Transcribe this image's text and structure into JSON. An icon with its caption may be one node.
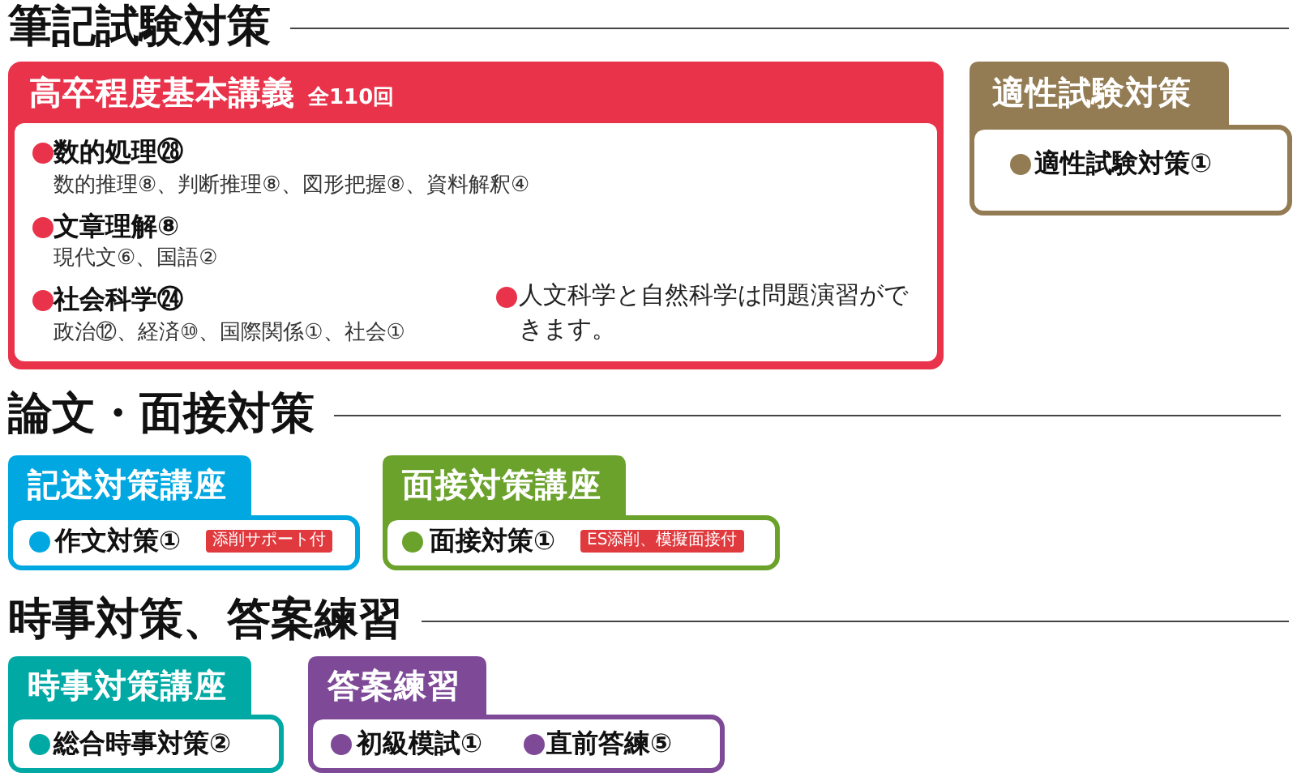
{
  "diagram": {
    "nodes": [
      {
        "text": [
          "高卒程度基本講義",
          "全110回",
          "数的処理㉘",
          "数的推理⑧、判断推理⑧、図形把握⑧、資料解釈④",
          "文章理解⑧",
          "現代文⑥、国語②",
          "社会科学㉔",
          "政治⑫、経済⑩、国際関係①、社会①",
          "人文科学と自然科学は問題演習ができます。"
        ]
      },
      {
        "text": [
          "適性試験対策",
          "適性試験対策①"
        ]
      },
      {
        "text": [
          "記述対策講座",
          "作文対策①"
        ]
      },
      {
        "text": [
          "添削サポート付"
        ],
        "in": 2
      },
      {
        "text": [
          "面接対策講座",
          "面接対策①"
        ]
      },
      {
        "text": [
          "ES添削、模擬面接付"
        ],
        "in": 4
      },
      {
        "text": [
          "時事対策講座",
          "総合時事対策②"
        ]
      },
      {
        "text": [
          "答案練習",
          "初級模試①",
          "直前答練⑤"
        ]
      }
    ],
    "labels": [
      "筆記試験対策",
      "論文・面接対策",
      "時事対策、答案練習"
    ]
  }
}
